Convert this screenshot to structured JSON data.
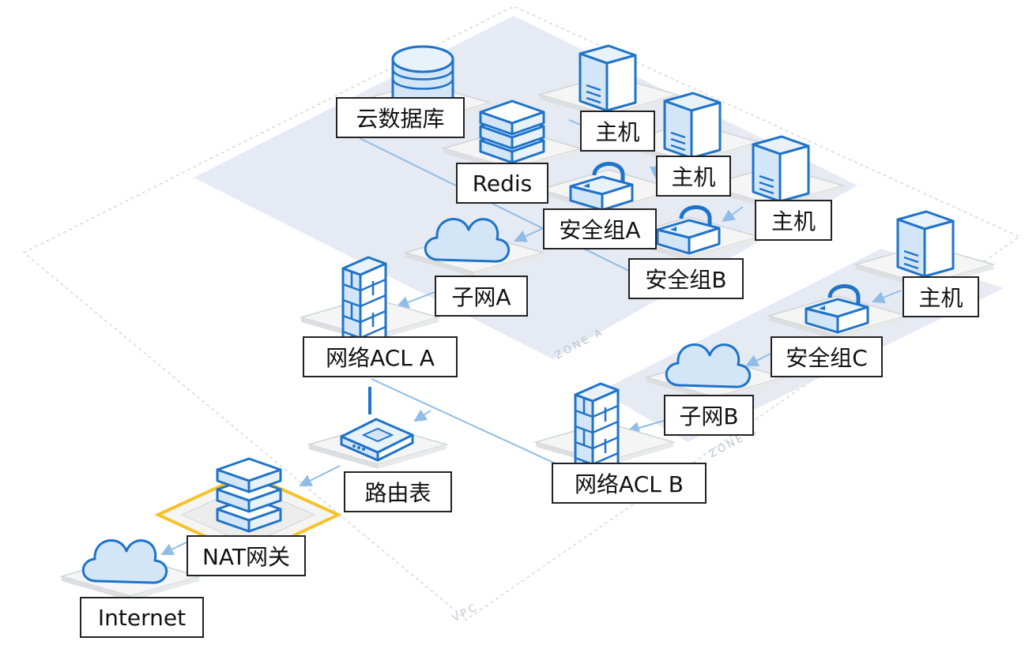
{
  "zones": {
    "vpc": "VPC",
    "zone_a": "ZONE A",
    "zone_b": "ZONE B"
  },
  "labels": {
    "cloud_db": "云数据库",
    "redis": "Redis",
    "host_1": "主机",
    "host_2": "主机",
    "host_3": "主机",
    "host_4": "主机",
    "sg_a": "安全组A",
    "sg_b": "安全组B",
    "sg_c": "安全组C",
    "subnet_a": "子网A",
    "subnet_b": "子网B",
    "acl_a": "网络ACL A",
    "acl_b": "网络ACL B",
    "route_table": "路由表",
    "nat_gateway": "NAT网关",
    "internet": "Internet"
  },
  "colors": {
    "icon_blue": "#1f73c9",
    "icon_fill": "#d3e6f8",
    "zone_fill": "#e6ebf3",
    "arrow": "#8fbde8",
    "highlight": "#f6c22c"
  }
}
